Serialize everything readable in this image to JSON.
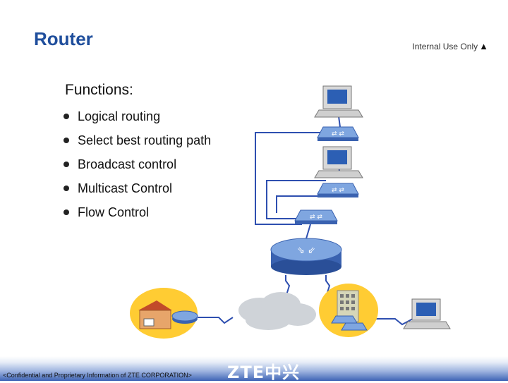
{
  "slide": {
    "title": "Router",
    "classification": "Internal Use Only",
    "functions_heading": "Functions:",
    "bullets": [
      "Logical routing",
      "Select best routing path",
      "Broadcast control",
      "Multicast Control",
      "Flow Control"
    ]
  },
  "footer": {
    "confidential": "<Confidential and Proprietary Information of  ZTE CORPORATION>",
    "logo": "ZTE中兴"
  },
  "colors": {
    "title": "#1f4e9c",
    "link": "#2e4fb0",
    "device": "#4a7fcf",
    "cloud": "#cfd3d8"
  }
}
